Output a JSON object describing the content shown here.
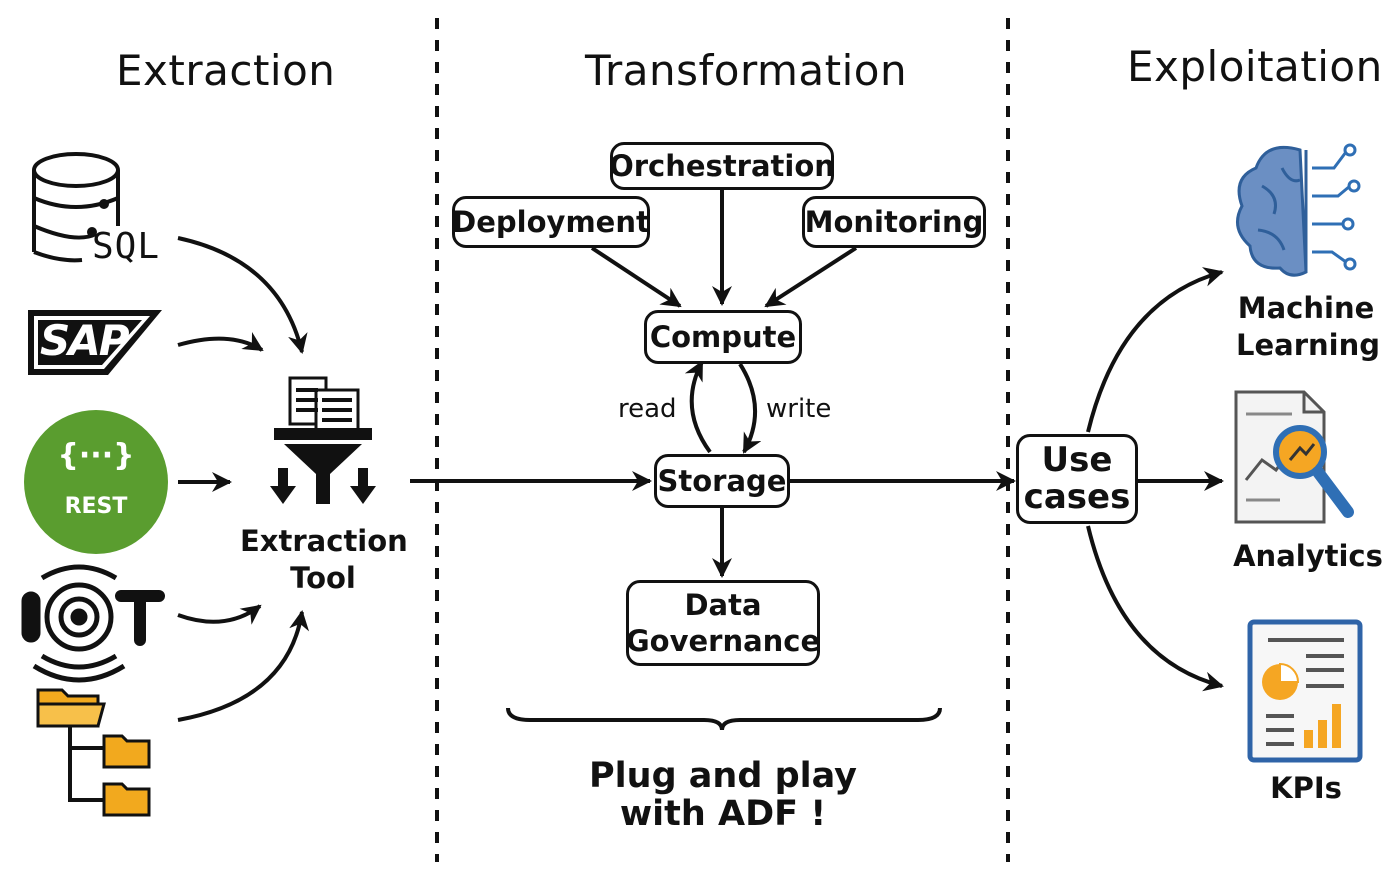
{
  "headers": {
    "extraction": "Extraction",
    "transformation": "Transformation",
    "exploitation": "Exploitation"
  },
  "sources": {
    "sql": "SQL",
    "sap": "SAP",
    "rest_braces": "{···}",
    "rest": "REST"
  },
  "extraction_tool": {
    "line1": "Extraction",
    "line2": "Tool"
  },
  "nodes": {
    "orchestration": "Orchestration",
    "deployment": "Deployment",
    "monitoring": "Monitoring",
    "compute": "Compute",
    "storage": "Storage",
    "governance_line1": "Data",
    "governance_line2": "Governance"
  },
  "edges": {
    "read": "read",
    "write": "write"
  },
  "footer": {
    "line1": "Plug and play",
    "line2": "with ADF !"
  },
  "use_cases": {
    "line1": "Use",
    "line2": "cases"
  },
  "outputs": {
    "ml_line1": "Machine",
    "ml_line2": "Learning",
    "analytics": "Analytics",
    "kpis": "KPIs"
  },
  "colors": {
    "sap_bg": "#111111",
    "rest_green": "#5a9d2f",
    "folder_orange": "#f2a91e",
    "brain_blue": "#6b8fc3",
    "kpi_blue": "#2f64a8",
    "kpi_orange": "#f5a623",
    "magnifier": "#2f6fb5"
  }
}
